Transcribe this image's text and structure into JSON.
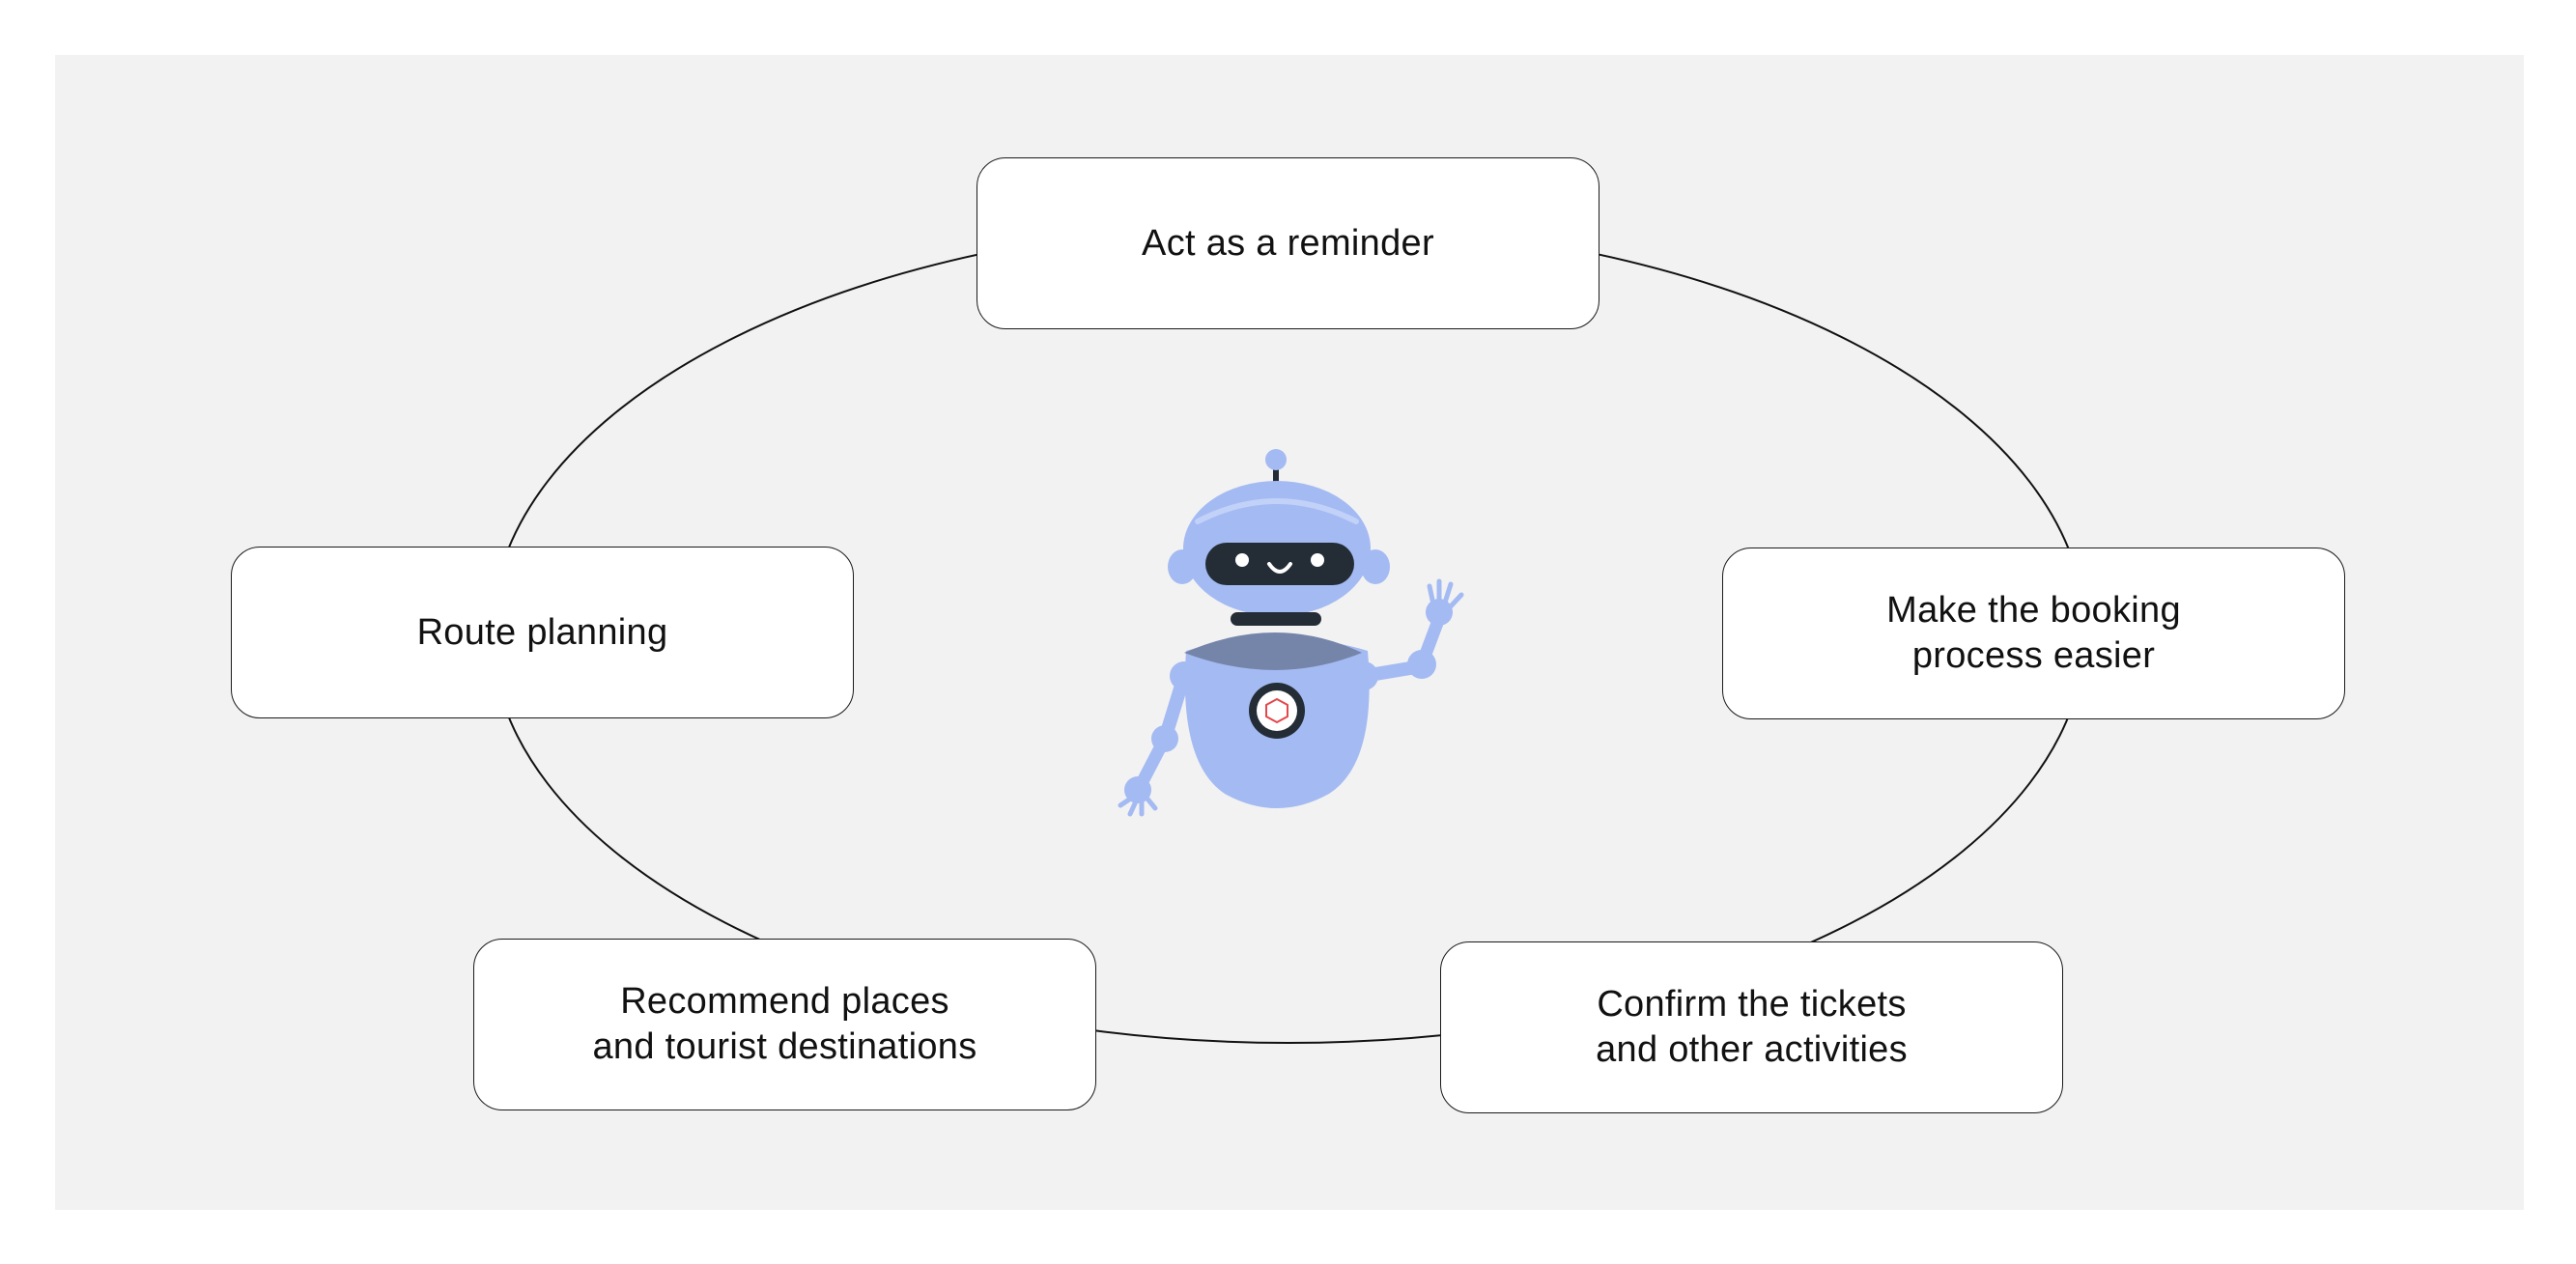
{
  "diagram": {
    "center": {
      "illustration": "robot-assistant-waving"
    },
    "nodes": [
      {
        "id": "reminder",
        "lines": [
          "Act as a reminder"
        ]
      },
      {
        "id": "booking",
        "lines": [
          "Make the booking",
          "process easier"
        ]
      },
      {
        "id": "tickets",
        "lines": [
          "Confirm the tickets",
          "and other activities"
        ]
      },
      {
        "id": "recommend",
        "lines": [
          "Recommend places",
          "and tourist destinations"
        ]
      },
      {
        "id": "route",
        "lines": [
          "Route planning"
        ]
      }
    ]
  },
  "colors": {
    "background": "#ffffff",
    "panel": "#f2f2f2",
    "node_fill": "#ffffff",
    "node_border": "#1a1a1a",
    "robot_body": "#a4baf2",
    "robot_chest": "#7585aa",
    "robot_visor": "#242d36",
    "robot_core_accent": "#e4484c"
  }
}
